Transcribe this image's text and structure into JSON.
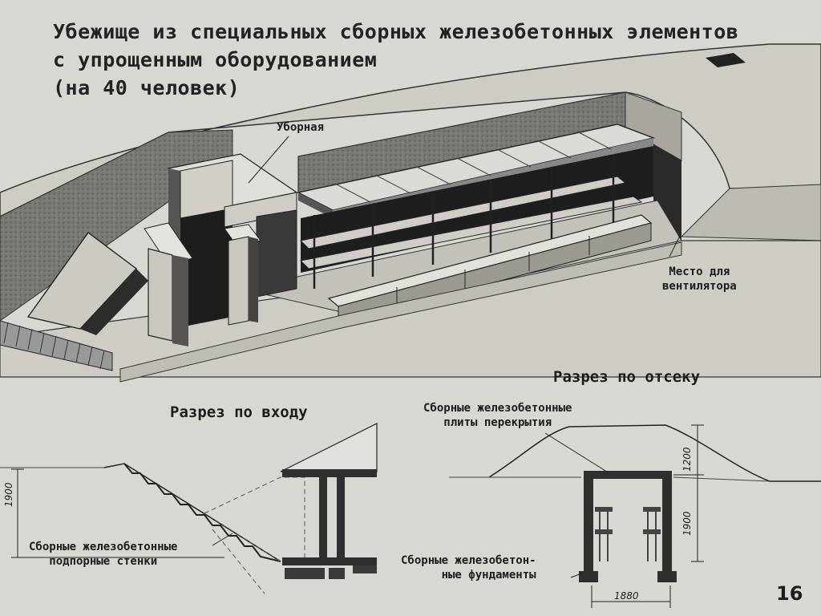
{
  "title": {
    "line1": "Убежище из специальных сборных железобетонных элементов",
    "line2": "с упрощенным оборудованием",
    "line3": "(на 40 человек)"
  },
  "labels": {
    "toilet": "Уборная",
    "vent_place_line1": "Место для",
    "vent_place_line2": "вентилятора",
    "section_entrance": "Разрез по входу",
    "section_compartment": "Разрез по отсеку",
    "slabs_line1": "Сборные железобетонные",
    "slabs_line2": "плиты перекрытия",
    "walls_line1": "Сборные железобетонные",
    "walls_line2": "подпорные стенки",
    "foundations_line1": "Сборные железобетон-",
    "foundations_line2": "ные фундаменты"
  },
  "dimensions": {
    "entrance_height": "1900",
    "cover_height": "1200",
    "compartment_height": "1900",
    "compartment_width": "1880"
  },
  "page_number": "16",
  "colors": {
    "background": "#d9d7d2",
    "earth": "#6e6c68",
    "concrete": "#3a3a3a",
    "line": "#222222"
  }
}
